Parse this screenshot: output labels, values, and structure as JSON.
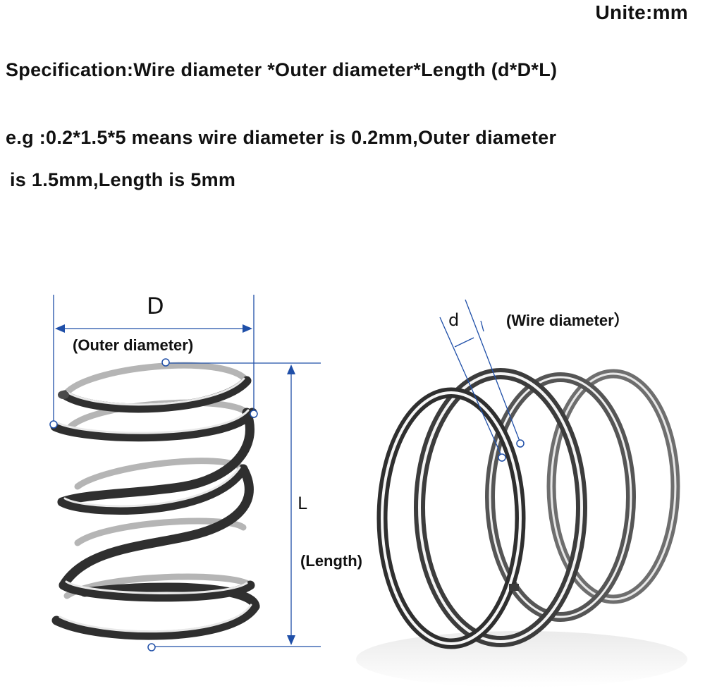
{
  "header": {
    "unit": "Unite:mm",
    "specification": "Specification:Wire diameter *Outer diameter*Length (d*D*L)",
    "example_line1": "e.g :0.2*1.5*5 means wire diameter is 0.2mm,Outer diameter",
    "example_line2": "is 1.5mm,Length is 5mm"
  },
  "left_diagram": {
    "outer_symbol": "D",
    "outer_label": "(Outer diameter)",
    "length_symbol": "L",
    "length_label": "(Length)"
  },
  "right_diagram": {
    "wire_symbol": "d",
    "wire_label": "(Wire diameter）"
  },
  "colors": {
    "text": "#111111",
    "dimension_line": "#1f4fa8",
    "marker_fill": "#ffffff",
    "steel_dark": "#3a3a3a",
    "steel_light": "#d9d9d9"
  }
}
